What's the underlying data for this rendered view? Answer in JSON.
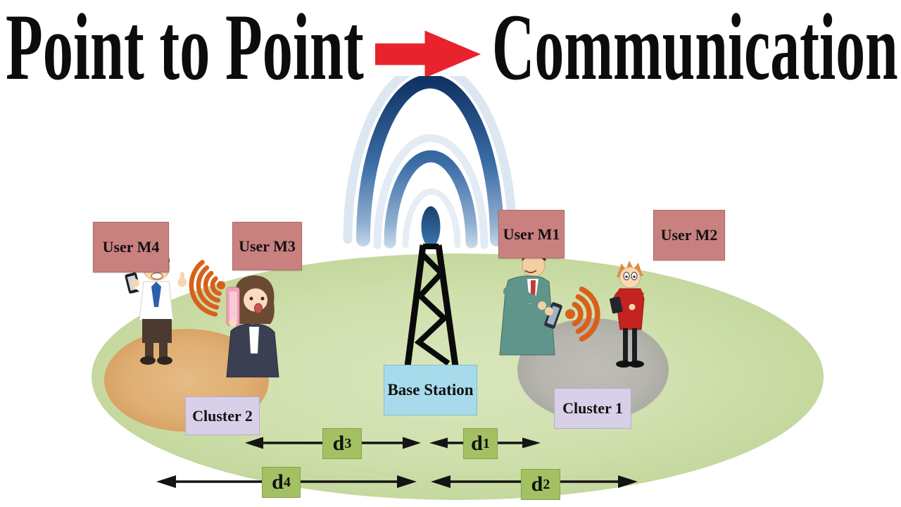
{
  "title": {
    "left_text": "Point to Point",
    "right_text": "Communication"
  },
  "base_station": {
    "label": "Base Station"
  },
  "users": [
    {
      "id": "M4",
      "label": "User M4"
    },
    {
      "id": "M3",
      "label": "User M3"
    },
    {
      "id": "M1",
      "label": "User M1"
    },
    {
      "id": "M2",
      "label": "User M2"
    }
  ],
  "clusters": [
    {
      "id": "2",
      "label": "Cluster 2"
    },
    {
      "id": "1",
      "label": "Cluster 1"
    }
  ],
  "distances": [
    {
      "id": "d3",
      "symbol": "d",
      "subscript": "3"
    },
    {
      "id": "d1",
      "symbol": "d",
      "subscript": "1"
    },
    {
      "id": "d4",
      "symbol": "d",
      "subscript": "4"
    },
    {
      "id": "d2",
      "symbol": "d",
      "subscript": "2"
    }
  ],
  "figures": [
    {
      "id": "M4",
      "description": "man holding smartphone, thumbs up"
    },
    {
      "id": "M3",
      "description": "woman holding pink smartphone"
    },
    {
      "id": "M1",
      "description": "man in teal suit using smartphone"
    },
    {
      "id": "M2",
      "description": "boy in red jacket using tablet"
    }
  ],
  "icons": {
    "title_arrow": "right-block-arrow-icon",
    "radio_waves": "radio-waves-icon",
    "tower": "lattice-tower-icon",
    "wifi_left": "wifi-signal-icon",
    "wifi_right": "wifi-signal-icon"
  },
  "colors": {
    "user_label_bg": "#c98180",
    "cluster_label_bg": "#d8cfe8",
    "base_station_bg": "#a7dbeb",
    "distance_label_bg": "#a3c063",
    "cell_fill": "#cfe0ad",
    "cluster2_fill": "#e0af74",
    "cluster1_fill": "#b6b6ae",
    "title_arrow_red": "#e8232e",
    "wifi_orange": "#d8601a",
    "antenna_blue": "#2b5e94"
  }
}
